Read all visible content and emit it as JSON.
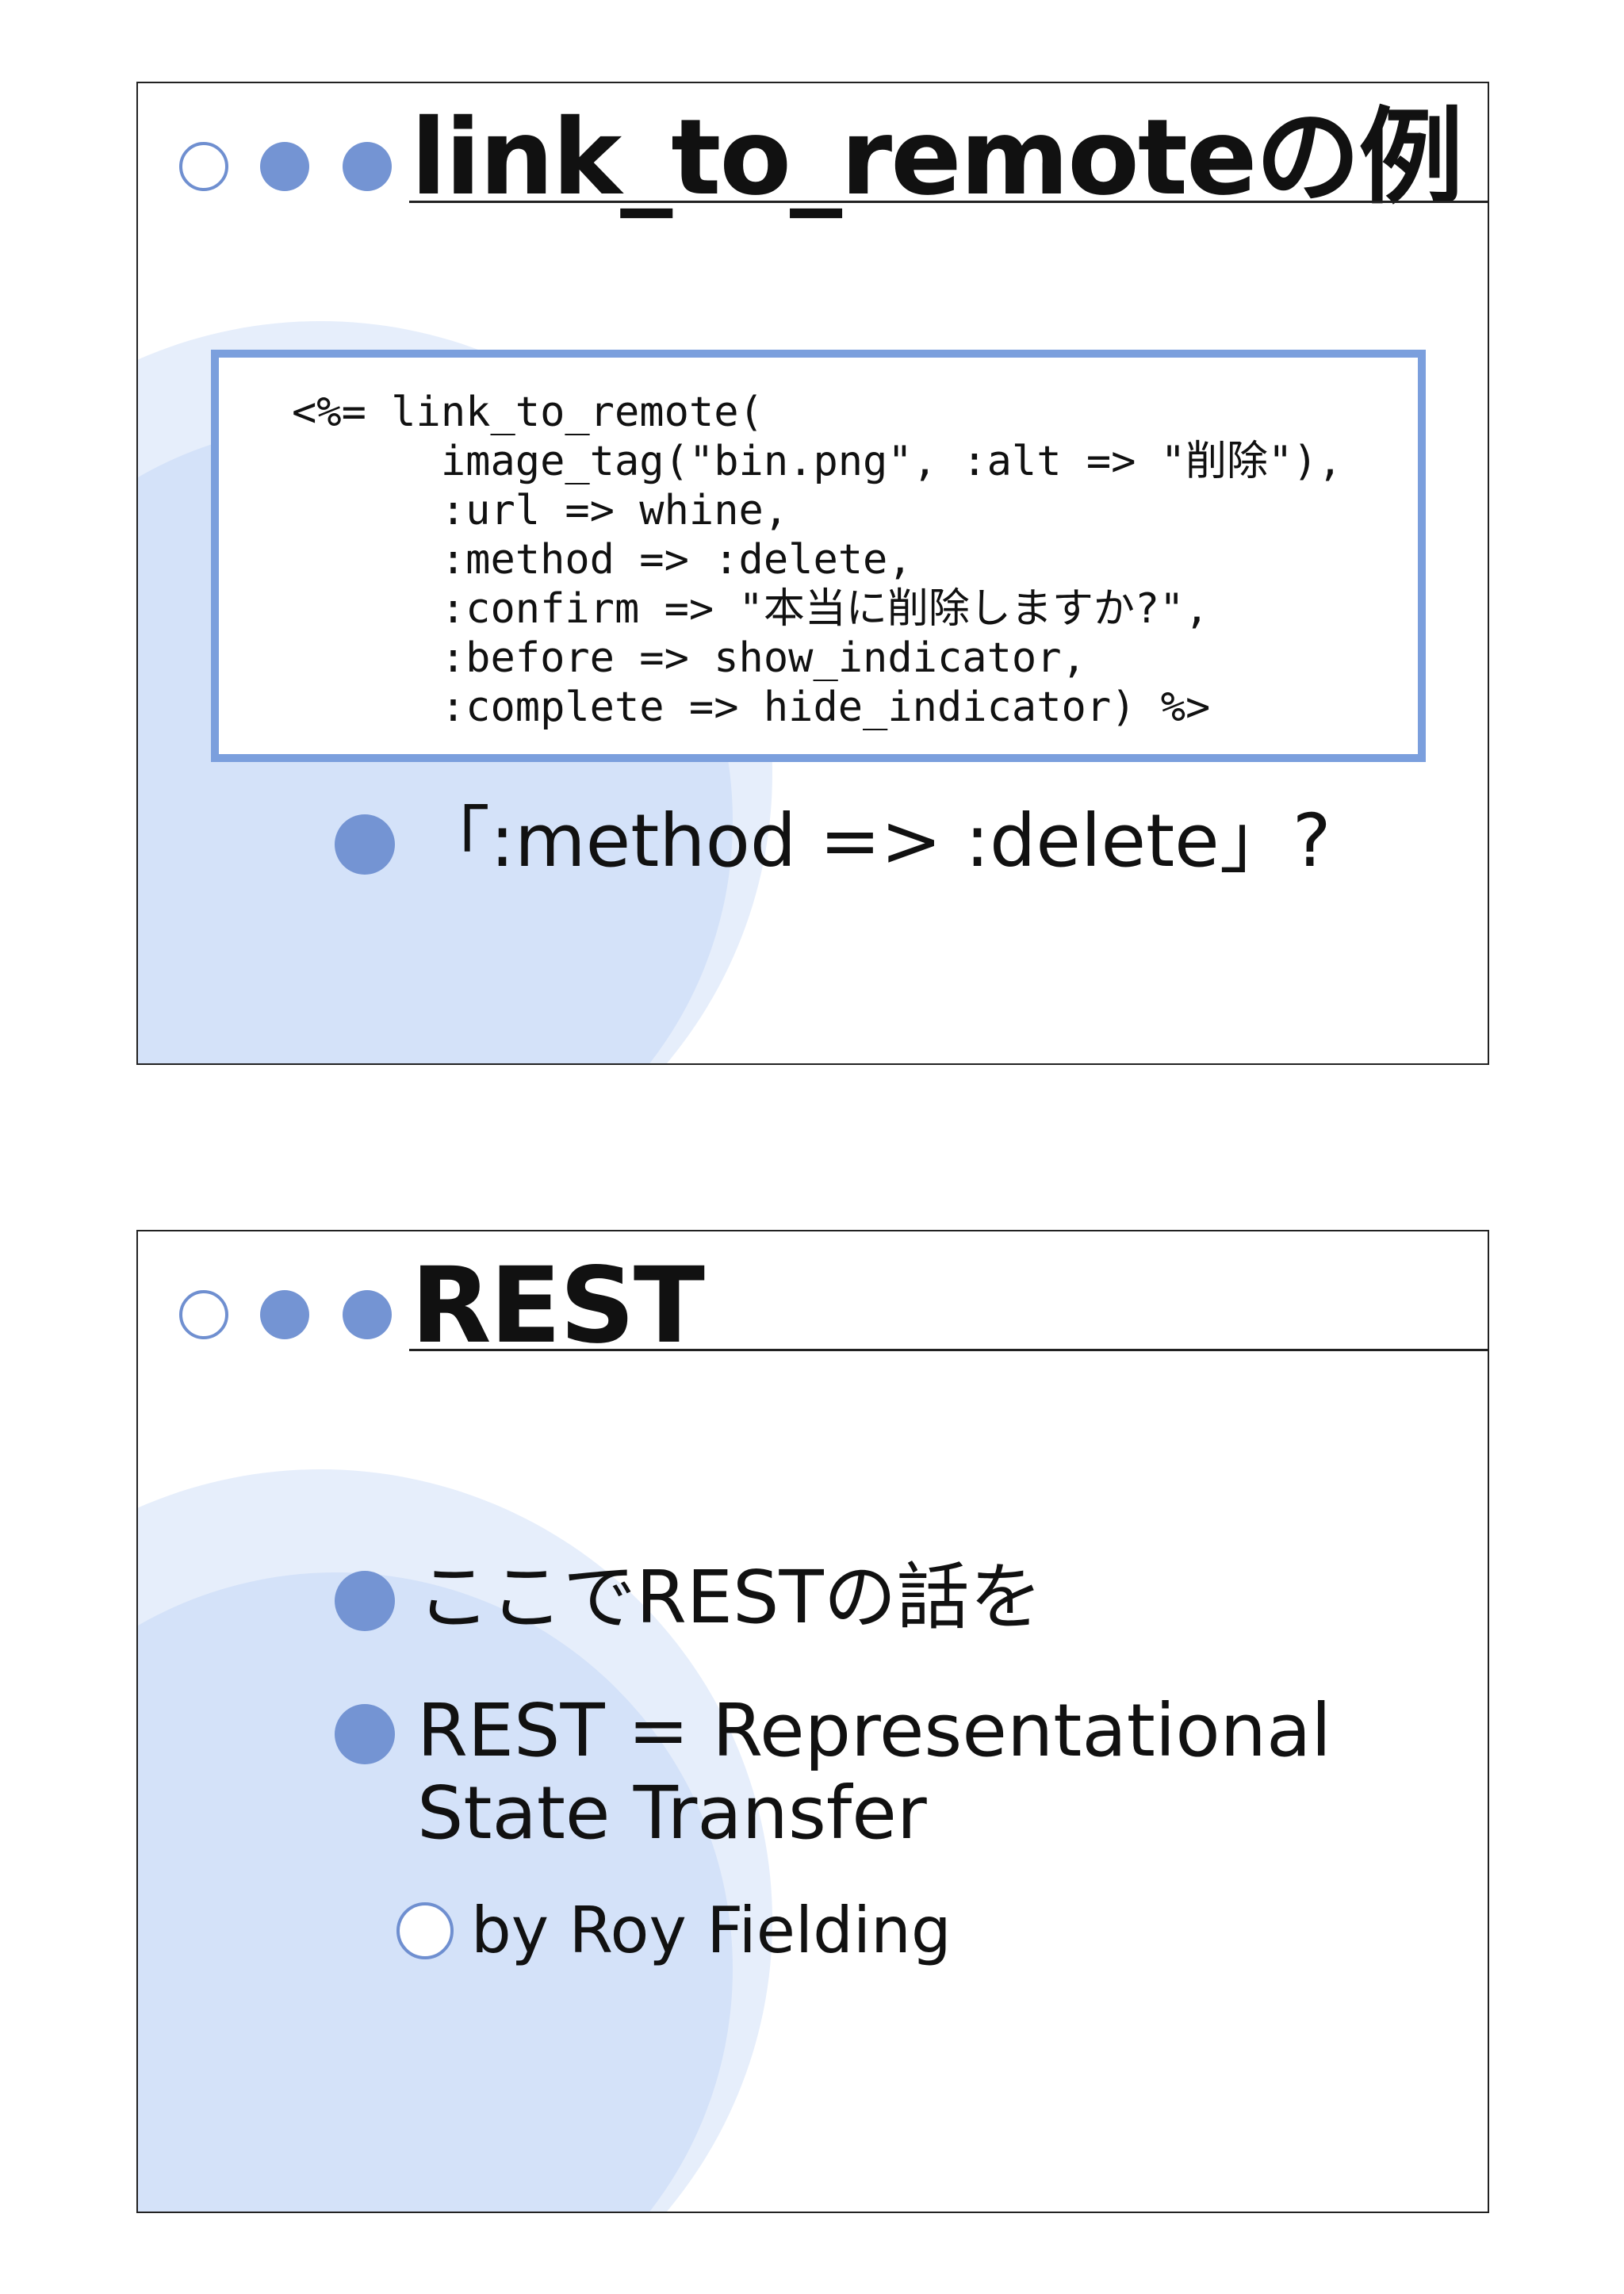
{
  "slides": [
    {
      "title": "link_to_remoteの例",
      "code": [
        "<%= link_to_remote(",
        "      image_tag(\"bin.png\", :alt => \"削除\"),",
        "      :url => whine,",
        "      :method => :delete,",
        "      :confirm => \"本当に削除しますか?\",",
        "      :before => show_indicator,",
        "      :complete => hide_indicator) %>"
      ],
      "bullets": [
        "「:method => :delete」?"
      ]
    },
    {
      "title": "REST",
      "bullets": [
        "ここでRESTの話を",
        "REST = Representational",
        "State Transfer"
      ],
      "sub_bullets": [
        "by Roy Fielding"
      ]
    }
  ],
  "colors": {
    "accent": "#7494d3",
    "code_border": "#7b9fdd",
    "bg_circle_light": "#e6eefb",
    "bg_circle_dark": "#d4e2f9"
  }
}
